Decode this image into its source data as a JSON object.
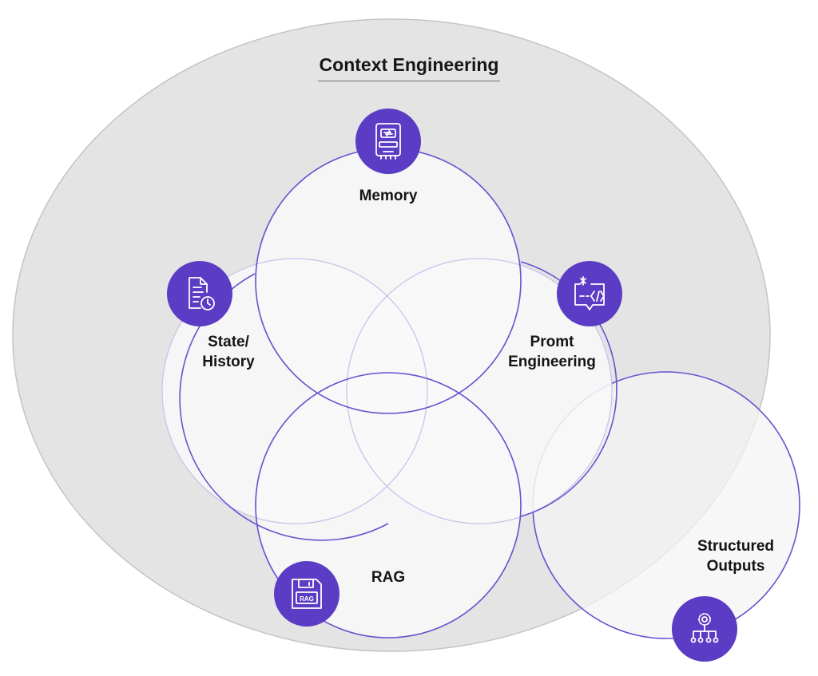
{
  "title": "Context Engineering",
  "circles": {
    "memory": "Memory",
    "state_history": "State/\nHistory",
    "prompt_engineering": "Promt\nEngineering",
    "rag": "RAG",
    "structured_outputs": "Structured\nOutputs"
  },
  "icons": {
    "memory": "memory-chip-icon",
    "state_history": "document-clock-icon",
    "prompt_engineering": "code-chat-icon",
    "rag": "floppy-disk-icon",
    "structured_outputs": "gear-hierarchy-icon",
    "rag_icon_text": "RAG"
  },
  "colors": {
    "accent": "#5b3cc4",
    "ellipse_fill": "#e4e4e4",
    "circle_stroke": "#6a52cf",
    "circle_fill": "#f8f8f8"
  }
}
